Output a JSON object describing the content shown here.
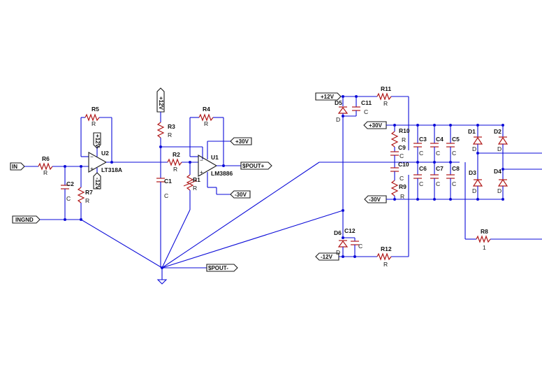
{
  "schematic": {
    "ports": {
      "in": "IN",
      "ingnd": "INGND",
      "spout_plus": "$POUT+",
      "spout_minus": "$POUT-",
      "v30p_amp": "+30V",
      "v30n_amp": "-30V",
      "v12p_top": "+12V",
      "v12n_bot": "-12V",
      "v30p_sup": "+30V",
      "v30n_sup": "-30V"
    },
    "opamp_u2": {
      "ref": "U2",
      "part": "LT318A",
      "vpos": "+12V",
      "vneg": "-12V"
    },
    "opamp_u1": {
      "ref": "U1",
      "part": "LM3886"
    },
    "rail_12v": "+12V",
    "resistors": {
      "R1": {
        "ref": "R1",
        "val": "R"
      },
      "R2": {
        "ref": "R2",
        "val": "R"
      },
      "R3": {
        "ref": "R3",
        "val": "R"
      },
      "R4": {
        "ref": "R4",
        "val": "R"
      },
      "R5": {
        "ref": "R5",
        "val": "R"
      },
      "R6": {
        "ref": "R6",
        "val": "R"
      },
      "R7": {
        "ref": "R7",
        "val": "R"
      },
      "R8": {
        "ref": "R8",
        "val": "1"
      },
      "R9": {
        "ref": "R9",
        "val": "R"
      },
      "R10": {
        "ref": "R10",
        "val": "R"
      },
      "R11": {
        "ref": "R11",
        "val": "R"
      },
      "R12": {
        "ref": "R12",
        "val": "R"
      }
    },
    "capacitors": {
      "C1": {
        "ref": "C1",
        "val": "C"
      },
      "C2": {
        "ref": "C2",
        "val": "C"
      },
      "C3": {
        "ref": "C3",
        "val": "C"
      },
      "C4": {
        "ref": "C4",
        "val": "C"
      },
      "C5": {
        "ref": "C5",
        "val": "C"
      },
      "C6": {
        "ref": "C6",
        "val": "C"
      },
      "C7": {
        "ref": "C7",
        "val": "C"
      },
      "C8": {
        "ref": "C8",
        "val": "C"
      },
      "C9": {
        "ref": "C9",
        "val": "C"
      },
      "C10": {
        "ref": "C10",
        "val": "C"
      },
      "C11": {
        "ref": "C11",
        "val": "C"
      },
      "C12": {
        "ref": "C12",
        "val": "C"
      }
    },
    "diodes": {
      "D1": {
        "ref": "D1",
        "val": "D"
      },
      "D2": {
        "ref": "D2",
        "val": "D"
      },
      "D3": {
        "ref": "D3",
        "val": "D"
      },
      "D4": {
        "ref": "D4",
        "val": "D"
      },
      "D5": {
        "ref": "D5",
        "val": "D"
      },
      "D6": {
        "ref": "D6",
        "val": "D"
      }
    },
    "colors": {
      "wire": "#0b0bd8",
      "component": "#b01818",
      "label": "#111111"
    }
  }
}
